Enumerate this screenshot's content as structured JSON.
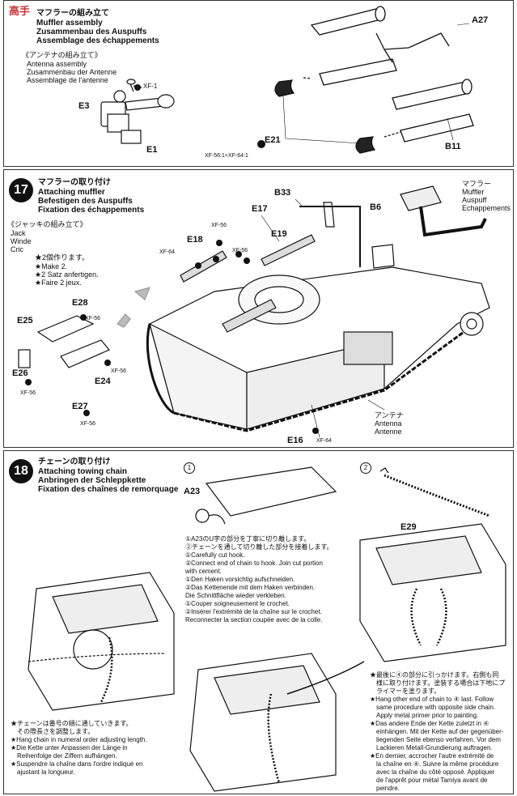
{
  "logo": "高手",
  "step16": {
    "muffler_lines": [
      "マフラーの組み立て",
      "Muffler assembly",
      "Zusammenbau des Auspuffs",
      "Assemblage des échappements"
    ],
    "antenna_lines": [
      "《アンテナの組み立て》",
      "Antenna assembly",
      "Zusammenbau der Antenne",
      "Assemblage de l'antenne"
    ],
    "labels": {
      "e3": "E3",
      "e1": "E1",
      "xf1": "XF-1",
      "a27": "A27",
      "b11": "B11",
      "e21": "E21",
      "paint": "XF-56:1+XF-64:1"
    }
  },
  "step17": {
    "number": "17",
    "lines": [
      "マフラーの取り付け",
      "Attaching muffler",
      "Befestigen des Auspuffs",
      "Fixation des échappements"
    ],
    "jack_lines": [
      "《ジャッキの組み立て》",
      "Jack",
      "Winde",
      "Cric"
    ],
    "make_lines": [
      "★2個作ります。",
      "★Make 2.",
      "★2 Satz anfertigen.",
      "★Faire 2 jeux."
    ],
    "muffler_lines": [
      "マフラー",
      "Muffler",
      "Auspuff",
      "Echappements"
    ],
    "antenna_lines": [
      "アンテナ",
      "Antenna",
      "Antenne"
    ],
    "labels": {
      "b33": "B33",
      "b6": "B6",
      "e17": "E17",
      "e18": "E18",
      "e19": "E19",
      "e28": "E28",
      "e25": "E25",
      "e24": "E24",
      "e26": "E26",
      "e27": "E27",
      "e16": "E16",
      "xf56": "XF-56",
      "xf64": "XF-64"
    }
  },
  "step18": {
    "number": "18",
    "lines": [
      "チェーンの取り付け",
      "Attaching towing chain",
      "Anbringen der Schleppkette",
      "Fixation des chaînes de remorquage"
    ],
    "a23": "A23",
    "e29": "E29",
    "c1": "1",
    "c2": "2",
    "note1": [
      "①A23のU字の部分を丁寧に切り離します。",
      "②チェーンを通して切り離した部分を接着します。",
      "①Carefully cut hook.",
      "②Connect end of chain to hook. Join cut portion",
      "with cement.",
      "①Den Haken vorsichtig aufschneiden.",
      "②Das Kettenende mit dem Haken verbinden.",
      "Die Schnittfläche wieder verkleben.",
      "①Couper soigneusement le crochet.",
      "②Insérer l'extrémité de la chaîne sur le crochet.",
      "Reconnecter la section coupée avec de la colle."
    ],
    "note2": [
      "★チェーンは番号の順に通していきます。",
      "その際長さを調整します。",
      "★Hang chain in numeral order adjusting length.",
      "★Die Kette unter Anpassen der Länge in",
      "Reihenfolge der Ziffern aufhängen.",
      "★Suspendre la chaîne dans l'ordre indiqué en",
      "ajustant la longueur."
    ],
    "note3": [
      "★最後に④の部分に引っかけます。右側も同",
      "様に取り付けます。塗装する場合は下地にプ",
      "ライマーを塗ります。",
      "★Hang other end of chain to ④ last. Follow",
      "same procedure with opposite side chain.",
      "Apply metal primer prior to painting.",
      "★Das andere Ende der Kette zuletzt in ④",
      "einhängen. Mit der Kette auf der gegenüber-",
      "liegenden Seite ebenso verfahren. Vor dem",
      "Lackieren Metall-Grundierung auftragen.",
      "★En dernier, accrocher l'autre extrémité de",
      "la chaîne en ④. Suivre la même procédure",
      "avec la chaîne du côté opposé. Appliquer",
      "de l'apprêt pour métal Tamiya avant de",
      "peindre."
    ]
  }
}
